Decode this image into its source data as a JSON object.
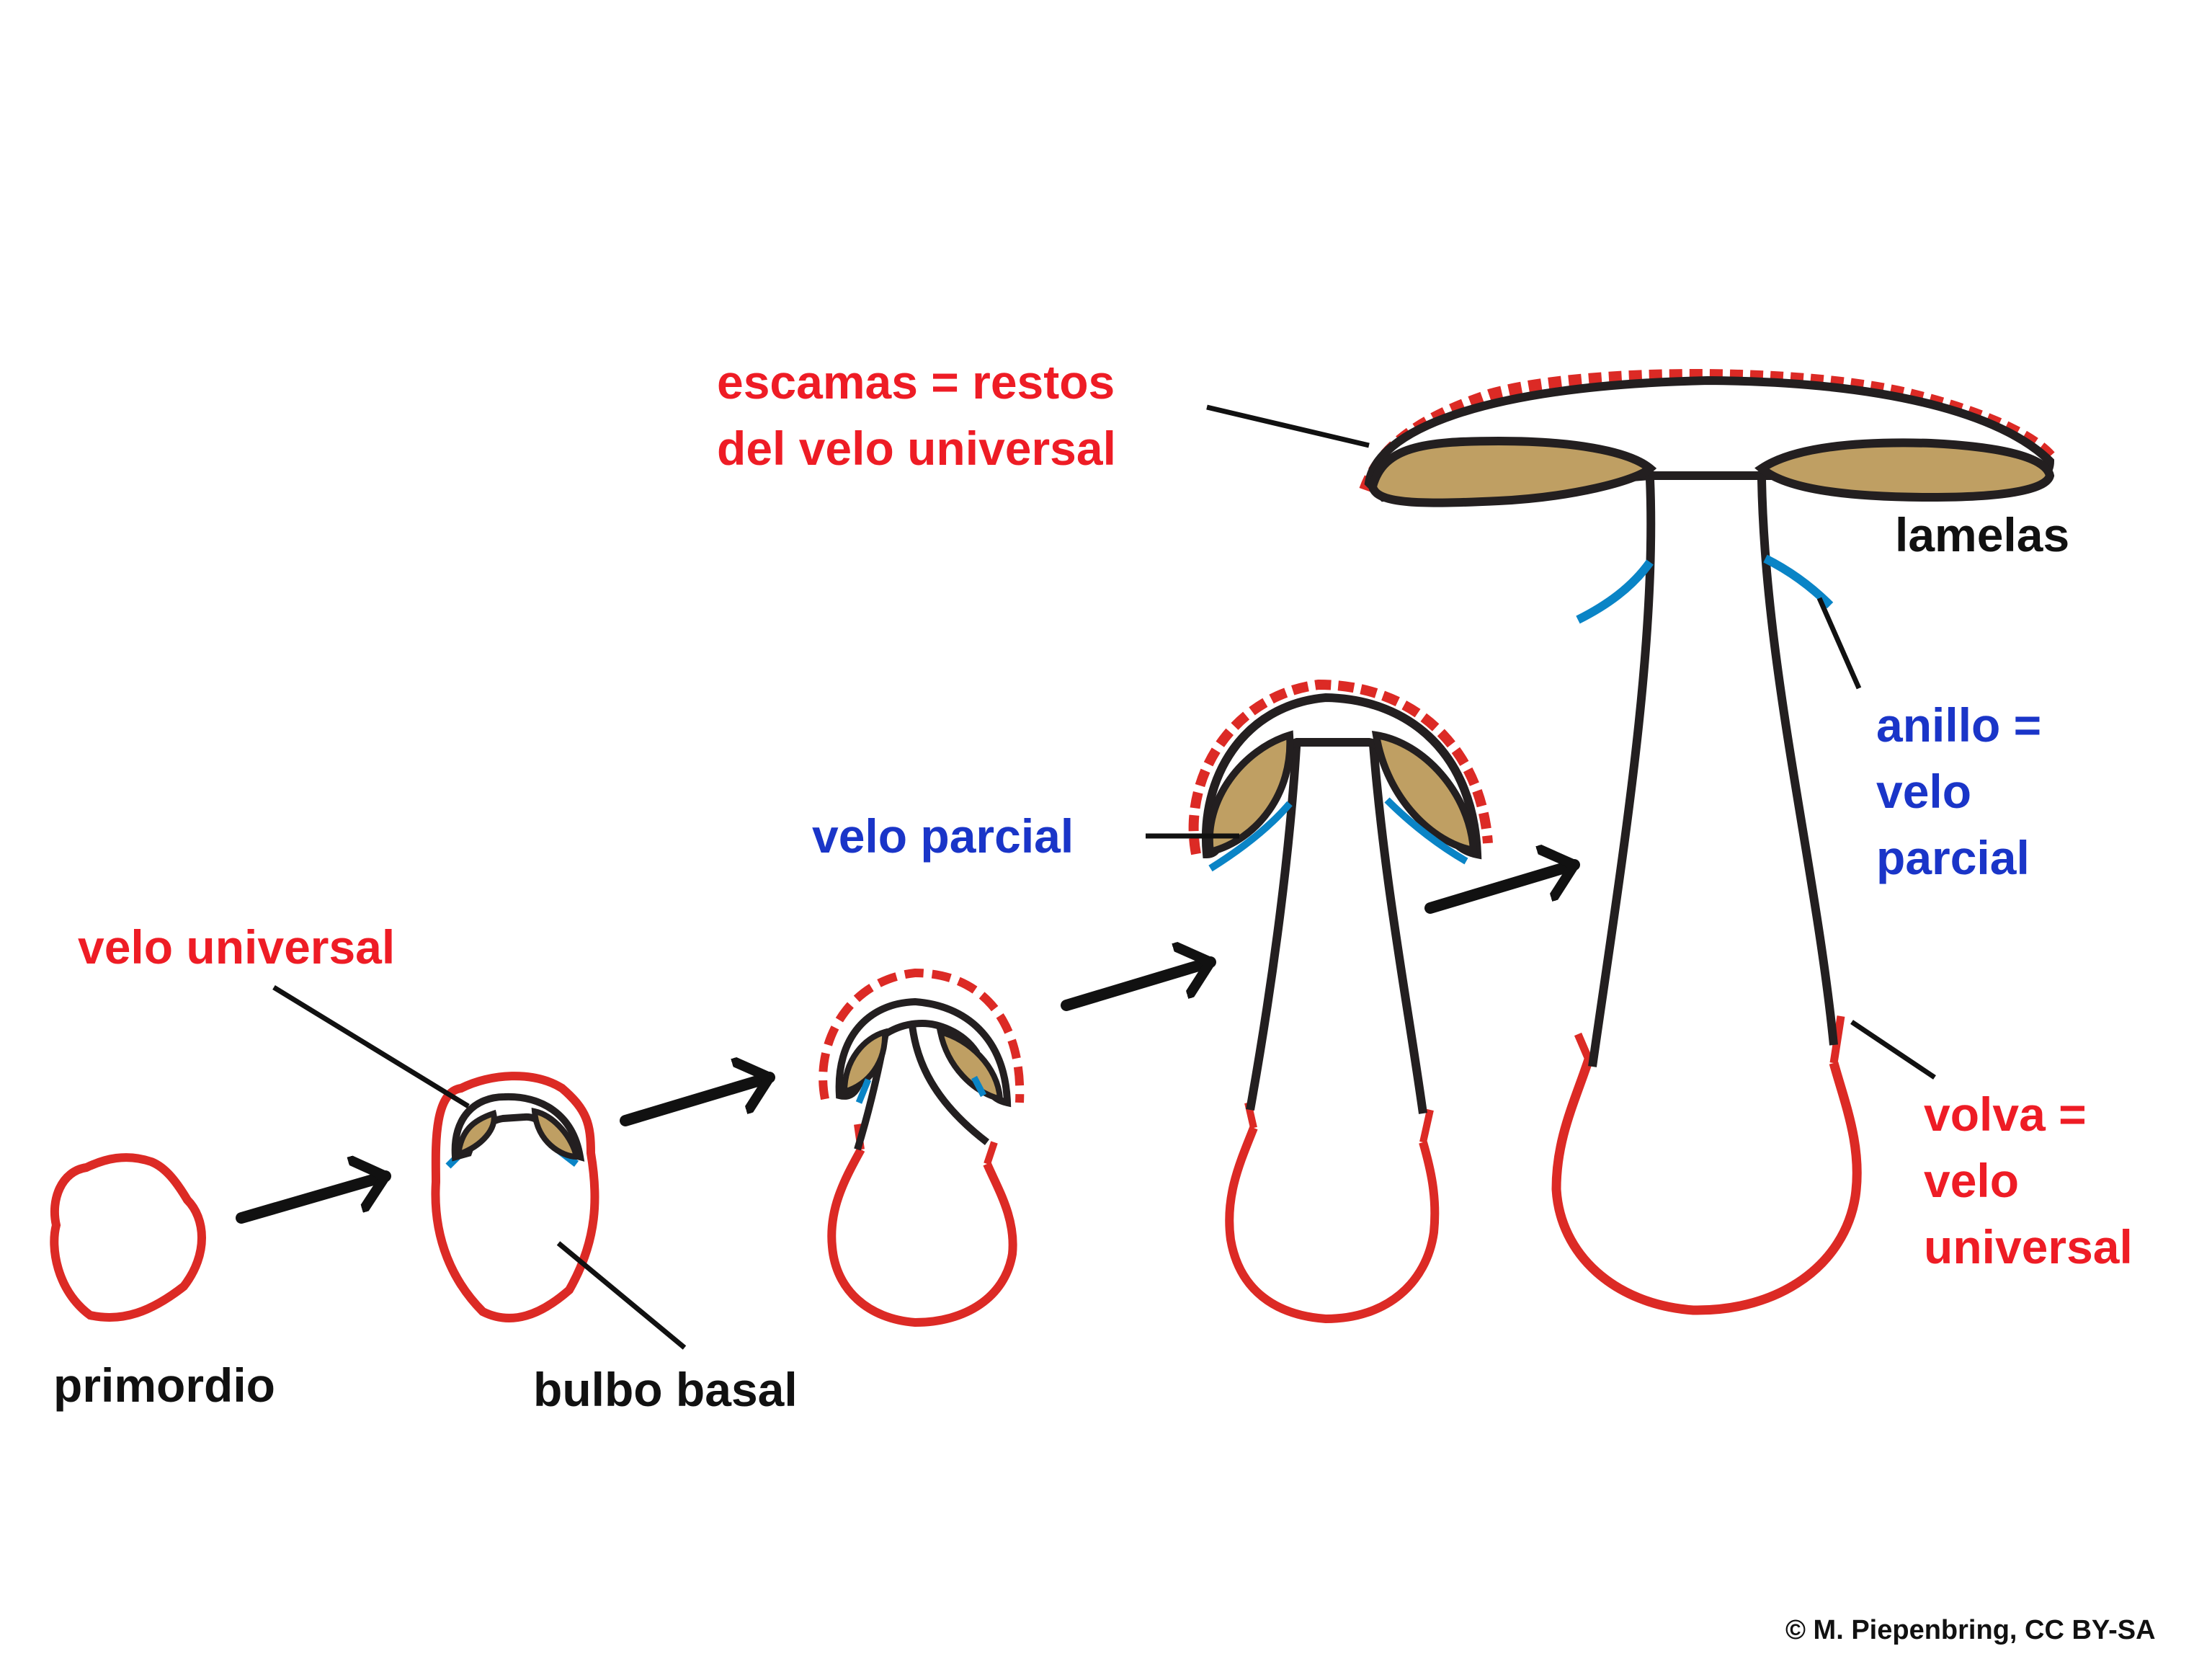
{
  "labels": {
    "escamas": [
      "escamas = restos",
      "del velo universal"
    ],
    "lamelas": "lamelas",
    "anillo": [
      "anillo =",
      "velo",
      "parcial"
    ],
    "velo_parcial": "velo parcial",
    "velo_universal": "velo universal",
    "volva": [
      "volva =",
      "velo",
      "universal"
    ],
    "primordio": "primordio",
    "bulbo_basal": "bulbo basal"
  },
  "credit": "© M. Piepenbring, CC BY-SA",
  "colors": {
    "universal_veil": "#dc2a25",
    "partial_veil": "#0a84c6",
    "outline": "#231f20",
    "lamellae_fill": "#bf9f63",
    "label_red": "#ee1c25",
    "label_blue": "#1a35c8",
    "label_black": "#111111",
    "background": "#ffffff"
  },
  "stages": [
    "primordio",
    "bulbo basal",
    "velo parcial",
    "lamelas"
  ]
}
